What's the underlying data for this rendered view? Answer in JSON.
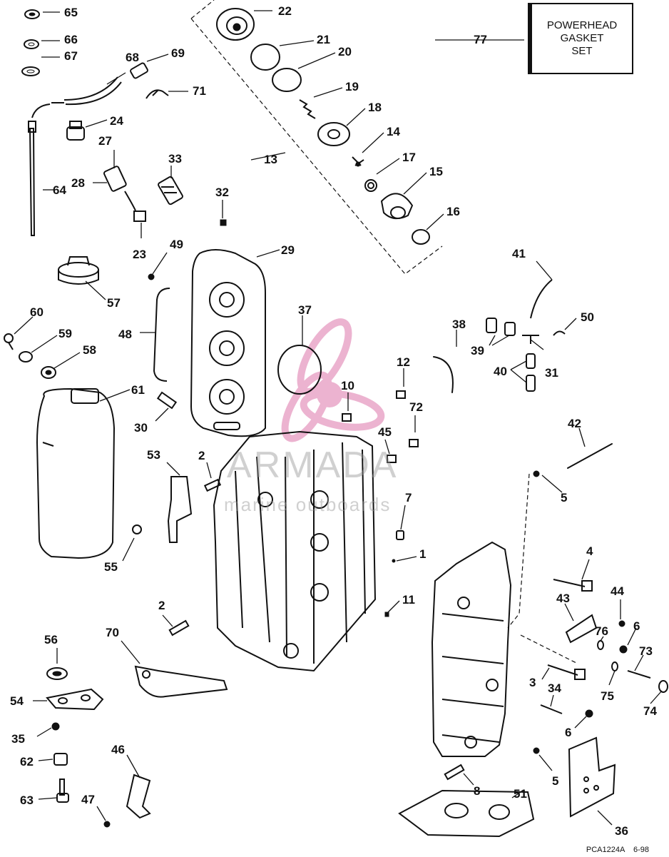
{
  "kit": {
    "lines": [
      "POWERHEAD",
      "GASKET",
      "SET"
    ]
  },
  "watermark": {
    "brand": "ARMADA",
    "tagline": "marine outboards",
    "logo_color": "#e9a6c8",
    "text_color": "#9a9a9a"
  },
  "figure_code": "PCA1224A",
  "figure_date": "6-98",
  "callouts": [
    "1",
    "2",
    "2",
    "3",
    "4",
    "5",
    "5",
    "6",
    "6",
    "7",
    "8",
    "10",
    "11",
    "12",
    "13",
    "14",
    "15",
    "16",
    "17",
    "18",
    "19",
    "20",
    "21",
    "22",
    "23",
    "24",
    "27",
    "28",
    "29",
    "30",
    "31",
    "32",
    "33",
    "34",
    "35",
    "36",
    "37",
    "38",
    "39",
    "40",
    "41",
    "42",
    "43",
    "44",
    "45",
    "46",
    "47",
    "48",
    "49",
    "50",
    "51",
    "53",
    "54",
    "55",
    "56",
    "57",
    "58",
    "59",
    "60",
    "61",
    "62",
    "63",
    "64",
    "65",
    "66",
    "67",
    "68",
    "69",
    "70",
    "71",
    "72",
    "73",
    "74",
    "75",
    "76",
    "77"
  ]
}
